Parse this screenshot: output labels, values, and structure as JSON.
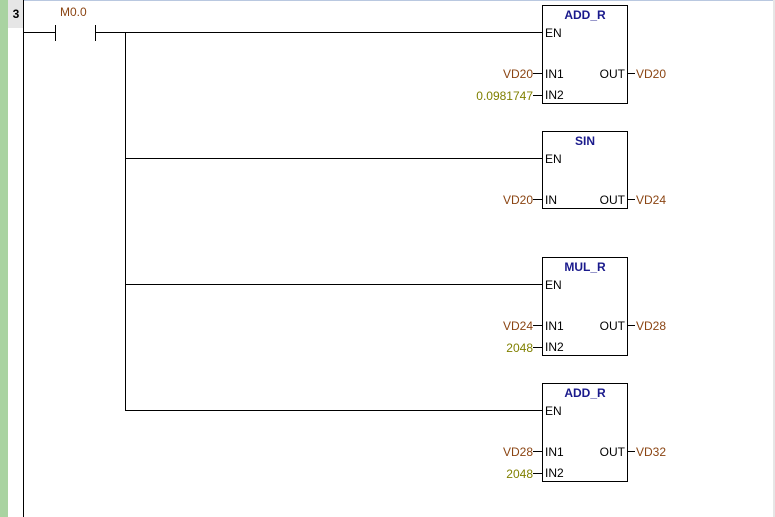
{
  "network": {
    "number": "3"
  },
  "contact": {
    "address": "M0.0"
  },
  "blocks": [
    {
      "title": "ADD_R",
      "en": "EN",
      "in1": "IN1",
      "in2": "IN2",
      "out": "OUT",
      "in1_operand": "VD20",
      "in2_operand": "0.0981747",
      "out_operand": "VD20"
    },
    {
      "title": "SIN",
      "en": "EN",
      "in": "IN",
      "out": "OUT",
      "in_operand": "VD20",
      "out_operand": "VD24"
    },
    {
      "title": "MUL_R",
      "en": "EN",
      "in1": "IN1",
      "in2": "IN2",
      "out": "OUT",
      "in1_operand": "VD24",
      "in2_operand": "2048",
      "out_operand": "VD28"
    },
    {
      "title": "ADD_R",
      "en": "EN",
      "in1": "IN1",
      "in2": "IN2",
      "out": "OUT",
      "in1_operand": "VD28",
      "in2_operand": "2048",
      "out_operand": "VD32"
    }
  ]
}
